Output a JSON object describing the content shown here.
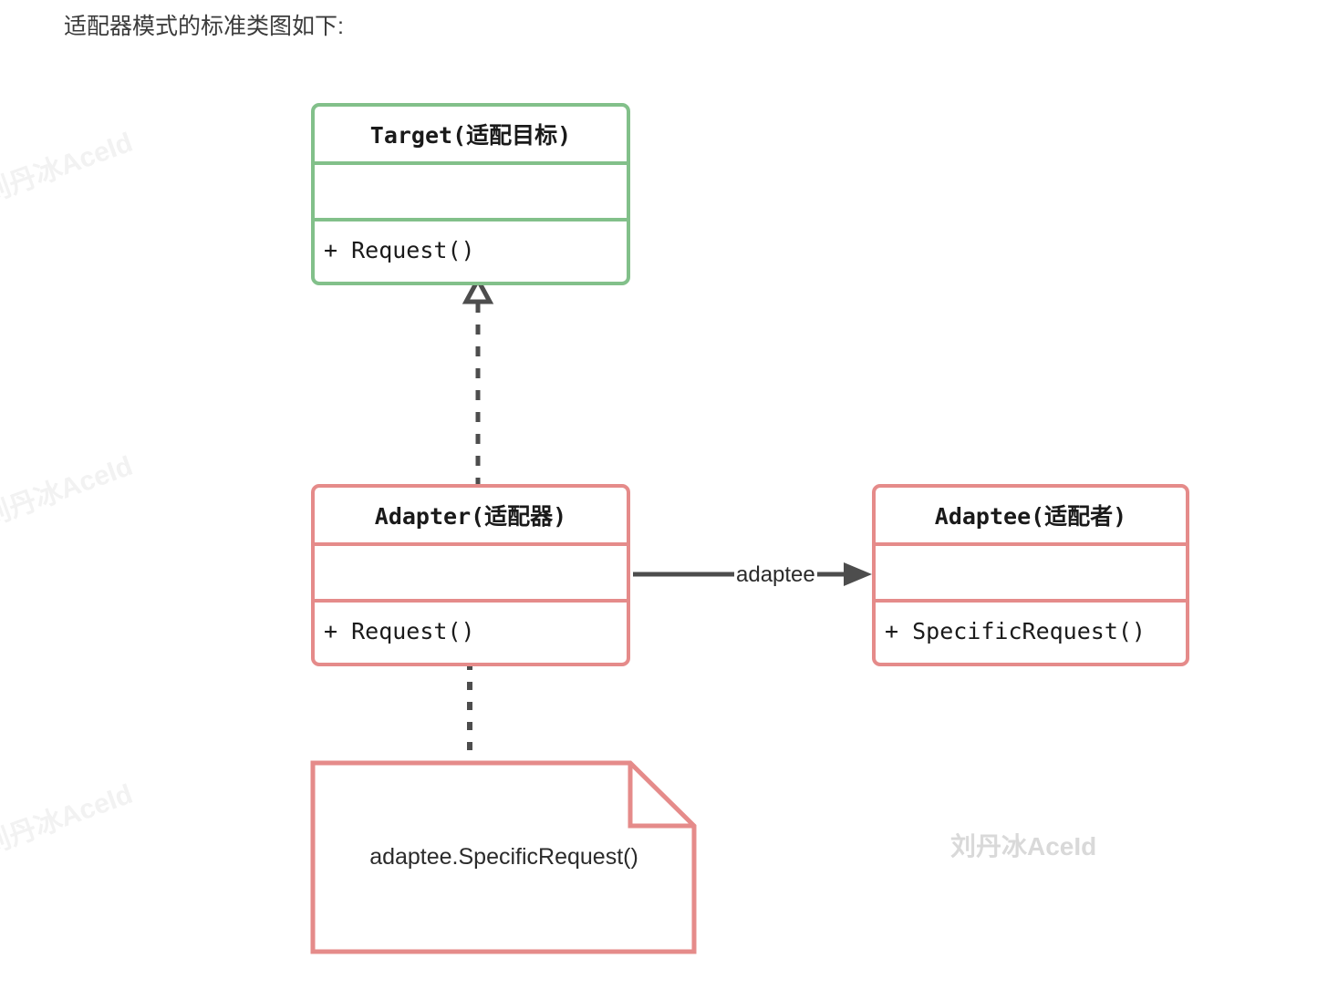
{
  "heading": "适配器模式的标准类图如下:",
  "colors": {
    "target_border": "#82c08a",
    "adapter_border": "#e58b8a",
    "adaptee_border": "#e58b8a",
    "note_border": "#e58b8a",
    "connector": "#4d4d4d",
    "background": "#ffffff",
    "watermark": "#d9d9d9"
  },
  "classes": {
    "target": {
      "title": "Target(适配目标)",
      "attributes": [],
      "methods": [
        "+ Request()"
      ]
    },
    "adapter": {
      "title": "Adapter(适配器)",
      "attributes": [],
      "methods": [
        "+ Request()"
      ]
    },
    "adaptee": {
      "title": "Adaptee(适配者)",
      "attributes": [],
      "methods": [
        "+ SpecificRequest()"
      ]
    }
  },
  "note": {
    "text": "adaptee.SpecificRequest()"
  },
  "edges": {
    "realization": {
      "from": "adapter",
      "to": "target",
      "style": "dashed",
      "arrowhead": "hollow-triangle",
      "label": ""
    },
    "association": {
      "from": "adapter",
      "to": "adaptee",
      "style": "solid",
      "arrowhead": "filled-arrow",
      "label": "adaptee"
    },
    "note_link": {
      "from": "adapter",
      "to": "note",
      "style": "dashed",
      "arrowhead": "none",
      "label": ""
    }
  },
  "watermarks": {
    "center": "刘丹冰AceId",
    "edge": "刘丹冰AceId"
  }
}
